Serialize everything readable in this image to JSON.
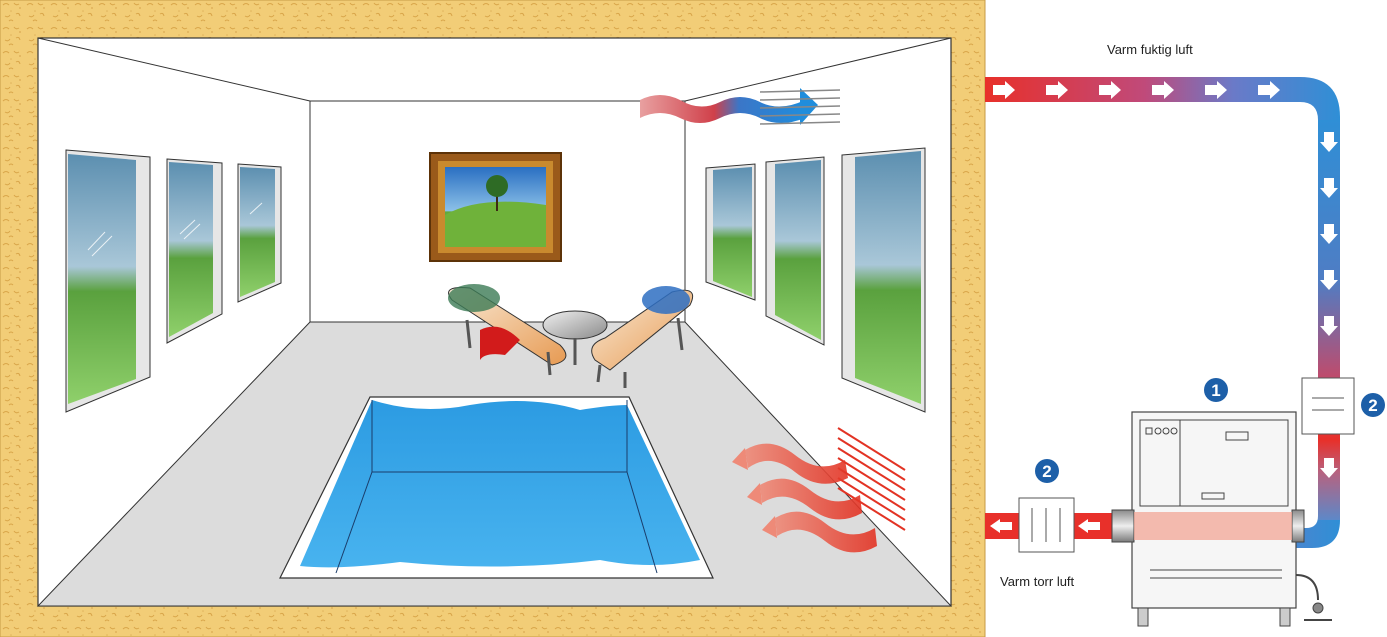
{
  "labels": {
    "top_duct": "Varm fuktig luft",
    "bottom_duct": "Varm torr luft"
  },
  "markers": {
    "dehumidifier": "1",
    "filter_top": "2",
    "filter_bottom": "2"
  },
  "colors": {
    "wall_border": "#f0c76a",
    "warm_air": "#e8302a",
    "cool_air": "#2f8fd6",
    "pool_water": "#38a6e8",
    "marker_bg": "#1d5fa8"
  },
  "icons": {
    "dehumidifier": "dehumidifier-unit-icon",
    "filter": "filter-box-icon",
    "drain": "drain-icon"
  }
}
